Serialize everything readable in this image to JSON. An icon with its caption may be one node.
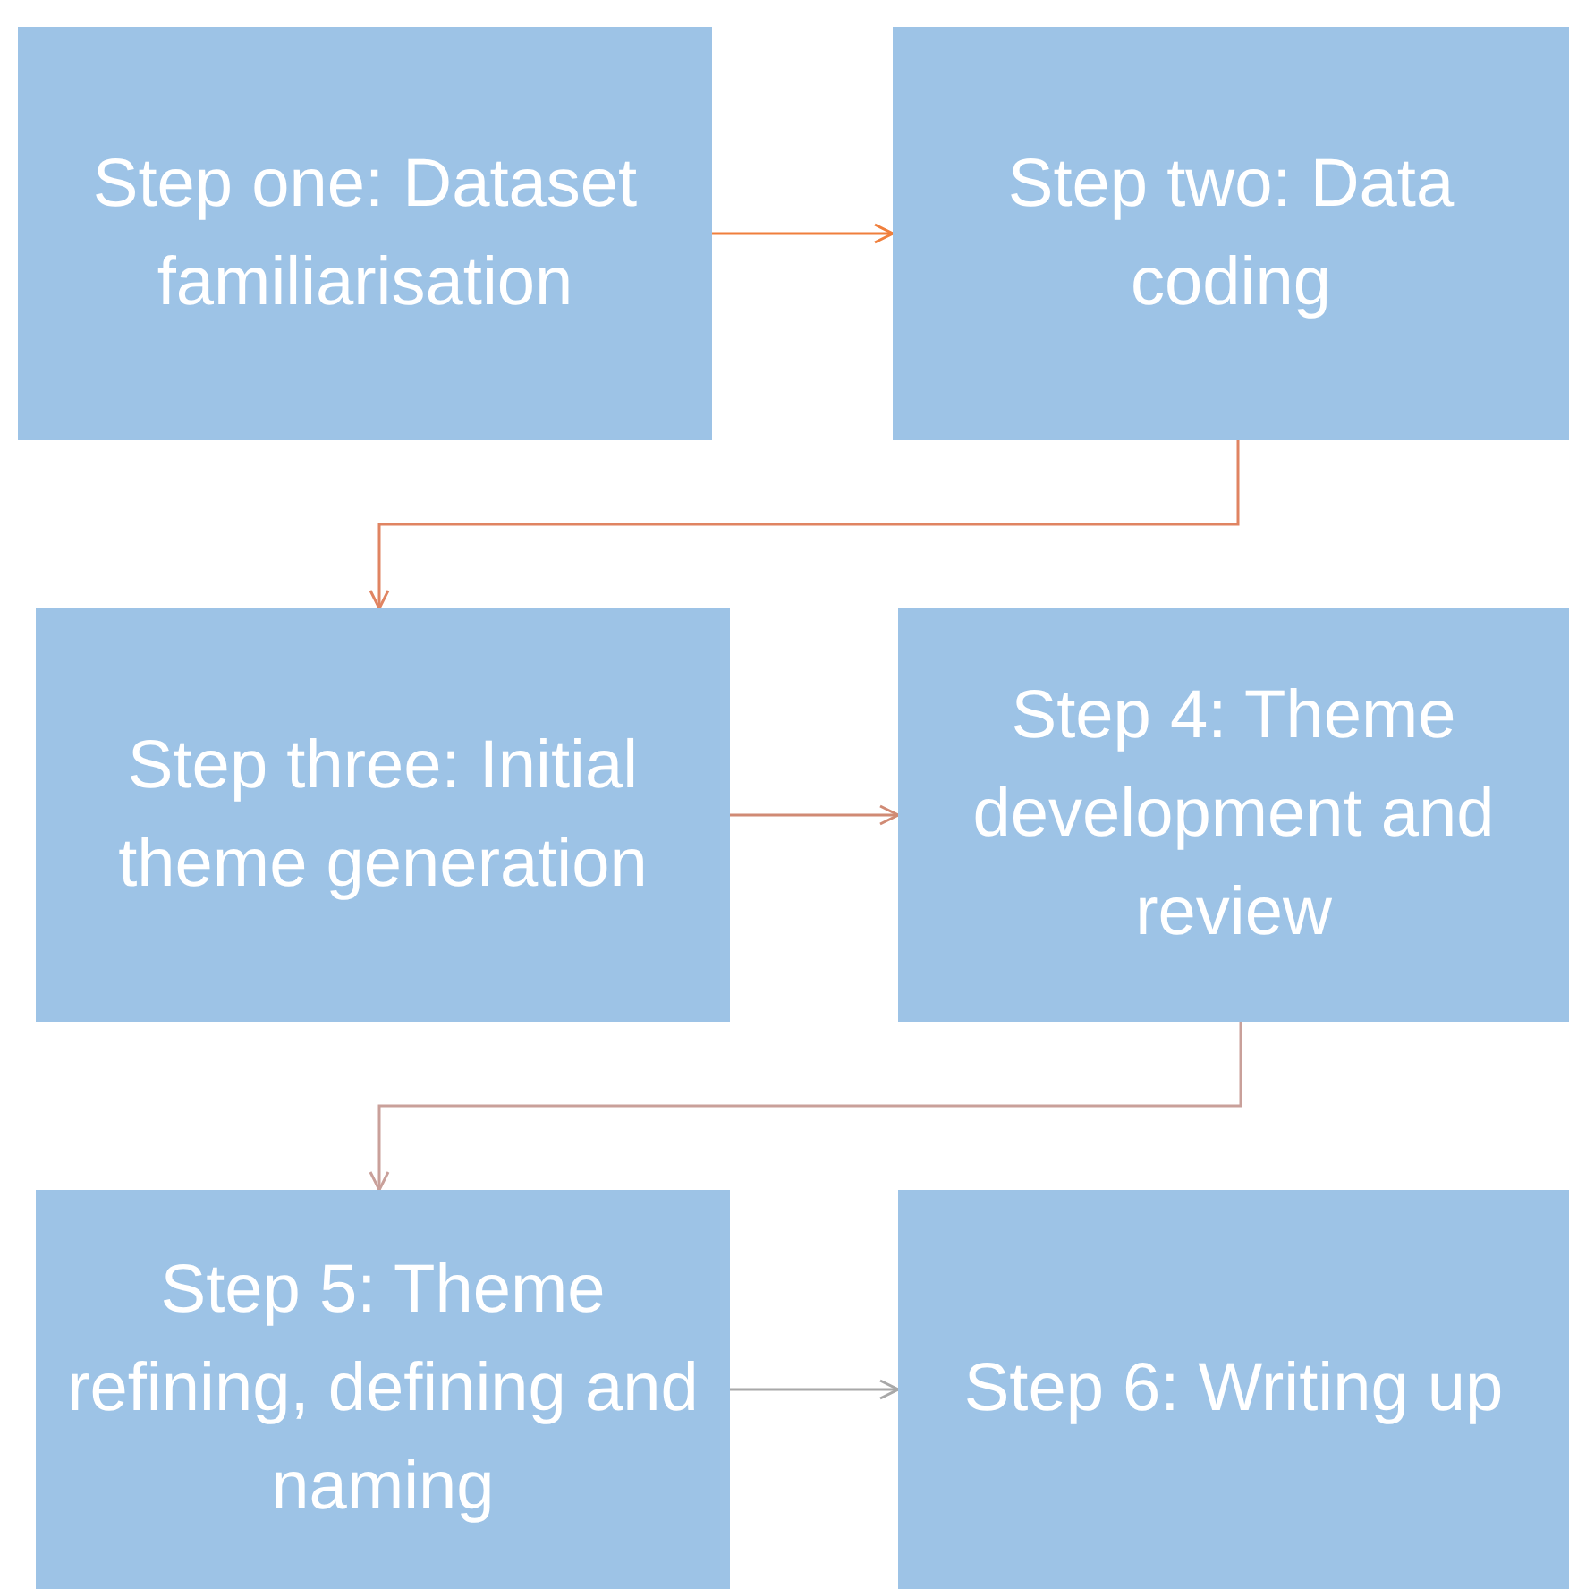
{
  "diagram": {
    "nodes": [
      {
        "text": [
          "Step one: Dataset familiarisation"
        ]
      },
      {
        "text": [
          "Step two: Data coding"
        ]
      },
      {
        "text": [
          "Step three: Initial theme generation"
        ]
      },
      {
        "text": [
          "Step 4: Theme development and review"
        ]
      },
      {
        "text": [
          "Step 5: Theme refining, defining and naming"
        ]
      },
      {
        "text": [
          "Step 6: Writing up"
        ]
      }
    ],
    "edges": [
      {
        "from": 0,
        "to": 1,
        "arrow": "to",
        "color": "#f07f3c"
      },
      {
        "from": 1,
        "to": 2,
        "arrow": "to",
        "color": "#e08462"
      },
      {
        "from": 2,
        "to": 3,
        "arrow": "to",
        "color": "#d08a74"
      },
      {
        "from": 3,
        "to": 4,
        "arrow": "to",
        "color": "#c9a09a"
      },
      {
        "from": 4,
        "to": 5,
        "arrow": "to",
        "color": "#a8a8a8"
      }
    ]
  }
}
